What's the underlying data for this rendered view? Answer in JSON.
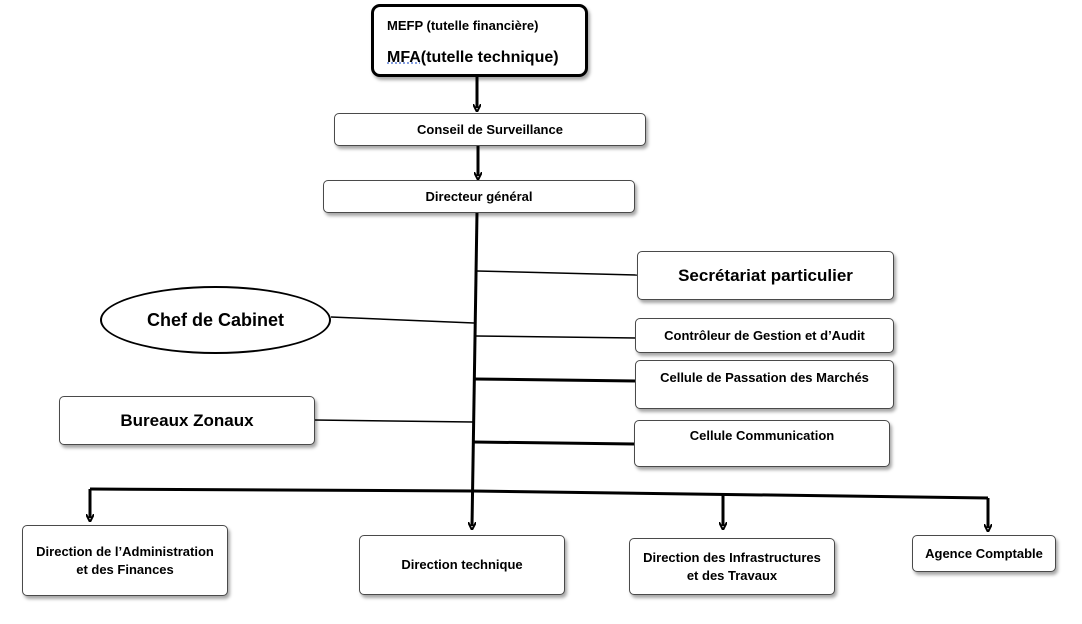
{
  "org": {
    "supervision": {
      "line1": "MEFP (tutelle financière)",
      "line2_prefix": "MFA",
      "line2_rest": "(tutelle technique)"
    },
    "conseil": "Conseil de Surveillance",
    "dg": "Directeur général",
    "secretariat": "Secrétariat particulier",
    "chef_cabinet": "Chef de Cabinet",
    "controleur": "Contrôleur de Gestion et d’Audit",
    "passation": "Cellule de Passation des Marchés",
    "bureaux": "Bureaux Zonaux",
    "communication": "Cellule Communication",
    "daf_line1": "Direction de l’Administration",
    "daf_line2": "et des Finances",
    "dt": "Direction technique",
    "dit_line1": "Direction des Infrastructures",
    "dit_line2": "et des Travaux",
    "agence": "Agence Comptable"
  }
}
